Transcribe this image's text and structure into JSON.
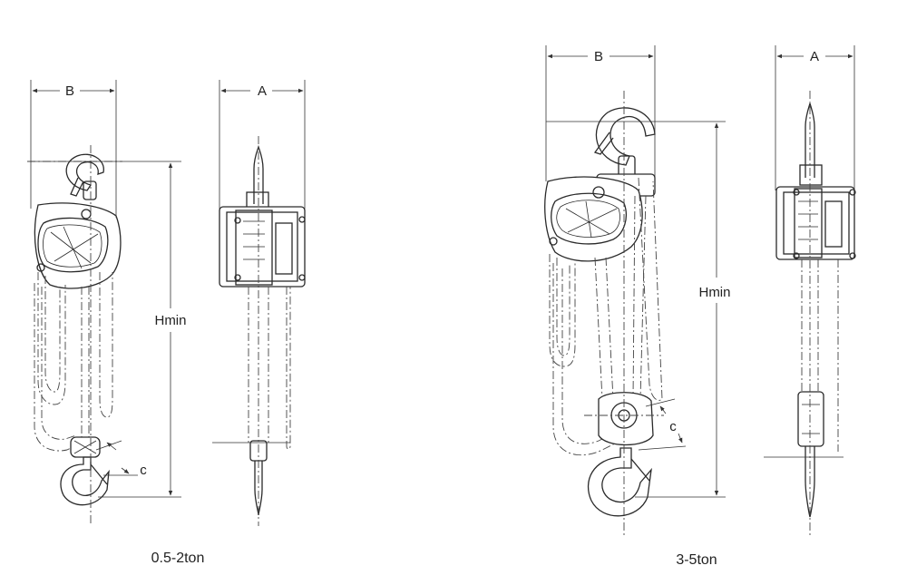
{
  "dimensions": {
    "small_b": "B",
    "small_a": "A",
    "small_hmin": "Hmin",
    "small_c": "c",
    "large_b": "B",
    "large_a": "A",
    "large_hmin": "Hmin",
    "large_c": "c"
  },
  "captions": {
    "small": "0.5-2ton",
    "large": "3-5ton"
  },
  "colors": {
    "line": "#2a2a2a",
    "background": "#ffffff"
  }
}
